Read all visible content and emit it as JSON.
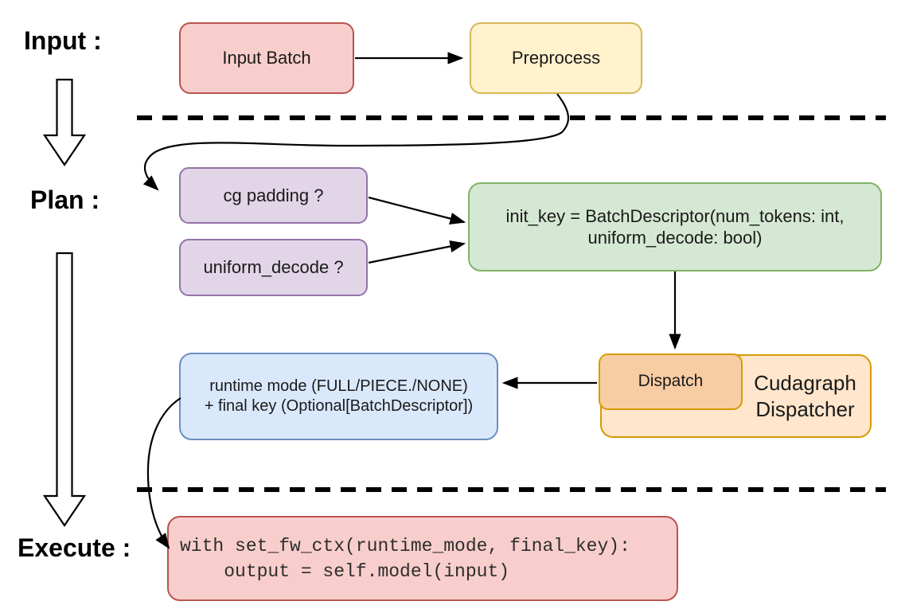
{
  "diagram": {
    "stage_labels": {
      "input": "Input :",
      "plan": "Plan :",
      "execute": "Execute :"
    },
    "nodes": {
      "input_batch": {
        "label": "Input Batch"
      },
      "preprocess": {
        "label": "Preprocess"
      },
      "cg_padding": {
        "label": "cg padding ?"
      },
      "uniform_decode": {
        "label": "uniform_decode ?"
      },
      "init_key": {
        "line1": "init_key = BatchDescriptor(num_tokens: int,",
        "line2": "uniform_decode: bool)"
      },
      "dispatch": {
        "label": "Dispatch"
      },
      "cudagraph_dispatcher": {
        "line1": "Cudagraph",
        "line2": "Dispatcher"
      },
      "runtime_result": {
        "line1": "runtime mode (FULL/PIECE./NONE)",
        "line2": "+ final key (Optional[BatchDescriptor])"
      },
      "execute_code": {
        "line1": "with set_fw_ctx(runtime_mode, final_key):",
        "line2": "    output = self.model(input)"
      }
    },
    "colors": {
      "red_fill": "#f8cecc",
      "red_stroke": "#b85450",
      "yellow_fill": "#fff2cc",
      "yellow_stroke": "#d6b656",
      "purple_fill": "#e1d5e7",
      "purple_stroke": "#9673a6",
      "green_fill": "#d5e8d4",
      "green_stroke": "#82b366",
      "blue_fill": "#dae8fc",
      "blue_stroke": "#6c8ebf",
      "orange_outer_fill": "#ffe6cc",
      "orange_inner_fill": "#f8cda4",
      "orange_stroke": "#d79b00",
      "line_color": "#000000"
    }
  }
}
